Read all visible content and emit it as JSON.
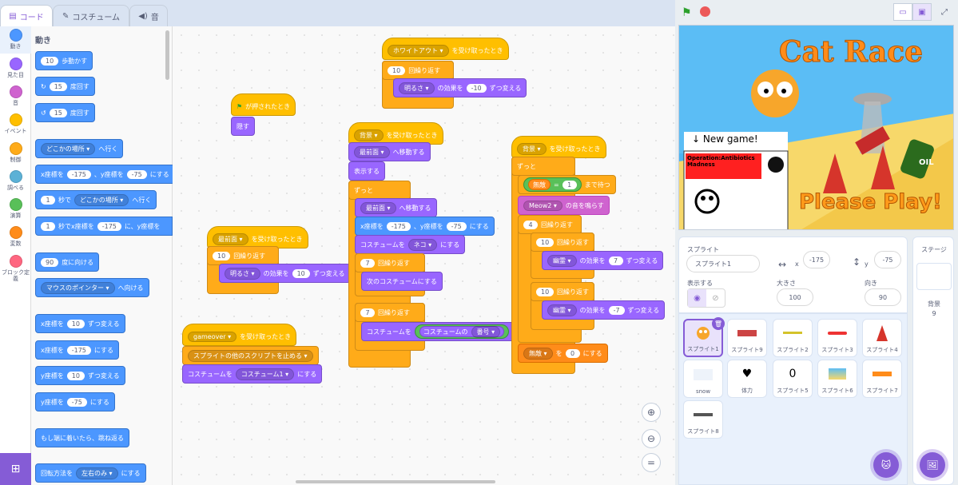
{
  "tabs": {
    "code": "コード",
    "costume": "コスチューム",
    "sound": "音"
  },
  "categories": [
    {
      "label": "動き",
      "color": "#4c97ff"
    },
    {
      "label": "見た目",
      "color": "#9966ff"
    },
    {
      "label": "音",
      "color": "#cf63cf"
    },
    {
      "label": "イベント",
      "color": "#ffbf00"
    },
    {
      "label": "制御",
      "color": "#ffab19"
    },
    {
      "label": "調べる",
      "color": "#5cb1d6"
    },
    {
      "label": "演算",
      "color": "#59c059"
    },
    {
      "label": "変数",
      "color": "#ff8c1a"
    },
    {
      "label": "ブロック定義",
      "color": "#ff6680"
    }
  ],
  "palette": {
    "title": "動き",
    "move_val": "10",
    "move_txt": "歩動かす",
    "turn_r_val": "15",
    "turn_r_txt": "度回す",
    "turn_l_val": "15",
    "turn_l_txt": "度回す",
    "goto_dd": "どこかの場所",
    "goto_txt": "へ行く",
    "gotoxy_x": "x座標を",
    "gotoxy_xv": "-175",
    "gotoxy_y": "、y座標を",
    "gotoxy_yv": "-75",
    "gotoxy_end": "にする",
    "glide_val": "1",
    "glide_sec": "秒で",
    "glide_dd": "どこかの場所",
    "glide_txt": "へ行く",
    "glidexy_val": "1",
    "glidexy_txt": "秒でx座標を",
    "glidexy_xv": "-175",
    "glidexy_mid": "に、y座標を",
    "point_val": "90",
    "point_txt": "度に向ける",
    "toward_dd": "マウスのポインター",
    "toward_txt": "へ向ける",
    "chx_txt": "x座標を",
    "chx_val": "10",
    "chx_end": "ずつ変える",
    "setx_txt": "x座標を",
    "setx_val": "-175",
    "setx_end": "にする",
    "chy_txt": "y座標を",
    "chy_val": "10",
    "chy_end": "ずつ変える",
    "sety_txt": "y座標を",
    "sety_val": "-75",
    "sety_end": "にする",
    "bounce": "もし端に着いたら、跳ね返る",
    "rot_txt": "回転方法を",
    "rot_dd": "左右のみ",
    "rot_end": "にする"
  },
  "scripts": {
    "s1_hat": "ホワイトアウト",
    "s1_hat_txt": "を受け取ったとき",
    "s1_rep": "10",
    "s1_rep_txt": "回繰り返す",
    "s1_eff": "明るさ",
    "s1_eff_txt": "の効果を",
    "s1_eff_val": "-10",
    "s1_eff_end": "ずつ変える",
    "s2_hat": "が押されたとき",
    "s2_hide": "隠す",
    "s3_hat": "最前面",
    "s3_hat_txt": "を受け取ったとき",
    "s3_rep": "10",
    "s3_rep_txt": "回繰り返す",
    "s3_eff": "明るさ",
    "s3_eff_txt": "の効果を",
    "s3_eff_val": "10",
    "s3_eff_end": "ずつ変える",
    "s4_hat": "背景",
    "s4_hat_txt": "を受け取ったとき",
    "s4_front": "最前面",
    "s4_front_txt": "へ移動する",
    "s4_show": "表示する",
    "s4_forever": "ずっと",
    "s4_front2": "最前面",
    "s4_front2_txt": "へ移動する",
    "s4_xy_x": "x座標を",
    "s4_xy_xv": "-175",
    "s4_xy_y": "、y座標を",
    "s4_xy_yv": "-75",
    "s4_xy_end": "にする",
    "s4_cos": "コスチュームを",
    "s4_cos_dd": "ネコ",
    "s4_cos_end": "にする",
    "s4_rep1": "7",
    "s4_rep1_txt": "回繰り返す",
    "s4_next": "次のコスチュームにする",
    "s4_rep2": "7",
    "s4_rep2_txt": "回繰り返す",
    "s4_cos2": "コスチュームを",
    "s4_cos2_a": "コスチュームの",
    "s4_cos2_b": "番号",
    "s5_hat": "gameover",
    "s5_hat_txt": "を受け取ったとき",
    "s5_stop": "スプライトの他のスクリプトを止める",
    "s5_cos": "コスチュームを",
    "s5_cos_dd": "コスチューム1",
    "s5_cos_end": "にする",
    "s6_hat": "背景",
    "s6_hat_txt": "を受け取ったとき",
    "s6_forever": "ずっと",
    "s6_var": "無敵",
    "s6_eq": "=",
    "s6_eq_val": "1",
    "s6_wait": "まで待つ",
    "s6_sound": "Meow2",
    "s6_sound_txt": "の音を鳴らす",
    "s6_rep": "4",
    "s6_rep_txt": "回繰り返す",
    "s6_rep2": "10",
    "s6_rep2_txt": "回繰り返す",
    "s6_eff": "幽霊",
    "s6_eff_txt": "の効果を",
    "s6_eff_val": "7",
    "s6_eff_end": "ずつ変える",
    "s6_rep3": "10",
    "s6_rep3_txt": "回繰り返す",
    "s6_eff2": "幽霊",
    "s6_eff2_txt": "の効果を",
    "s6_eff2_val": "-7",
    "s6_eff2_end": "ずつ変える",
    "s6_set": "無敵",
    "s6_set_txt": "を",
    "s6_set_val": "0",
    "s6_set_end": "にする"
  },
  "stage_game": {
    "title": "Cat Race",
    "new_game": "New game!",
    "op_title": "Operation:Antibiotics Madness",
    "please": "Please Play!",
    "oil": "OIL"
  },
  "sprite_info": {
    "label": "スプライト",
    "name": "スプライト1",
    "x_label": "x",
    "x": "-175",
    "y_label": "y",
    "y": "-75",
    "show_label": "表示する",
    "size_label": "大きさ",
    "size": "100",
    "dir_label": "向き",
    "dir": "90"
  },
  "sprites": [
    "スプライト1",
    "スプライト9",
    "スプライト2",
    "スプライト3",
    "スプライト4",
    "snow",
    "体力",
    "スプライト5",
    "スプライト6",
    "スプライト7",
    "スプライト8"
  ],
  "sprite5_thumb": "0",
  "stage_panel": {
    "title": "ステージ",
    "bg_label": "背景",
    "bg_count": "9"
  },
  "colors": {
    "accent": "#855cd6",
    "motion": "#4c97ff"
  }
}
